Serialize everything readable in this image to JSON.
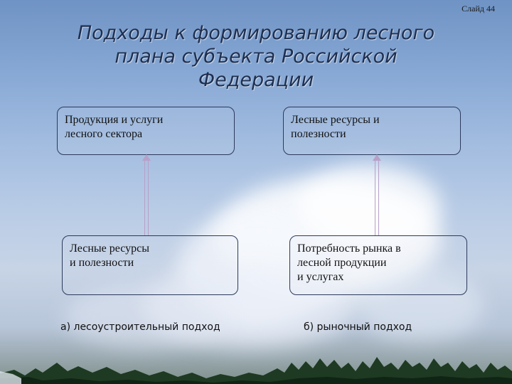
{
  "slide_number": "Слайд 44",
  "title_lines": [
    "Подходы к формированию лесного",
    "плана субъекта Российской",
    "Федерации"
  ],
  "left": {
    "top_box": [
      "Продукция и услуги",
      "лесного сектора"
    ],
    "bottom_box": [
      "Лесные ресурсы",
      "и полезности"
    ],
    "caption": "а) лесоустроительный подход"
  },
  "right": {
    "top_box": [
      "Лесные ресурсы и",
      "полезности"
    ],
    "bottom_box": [
      "Потребность рынка в",
      "лесной продукции",
      "и услугах"
    ],
    "caption": "б) рыночный подход"
  }
}
